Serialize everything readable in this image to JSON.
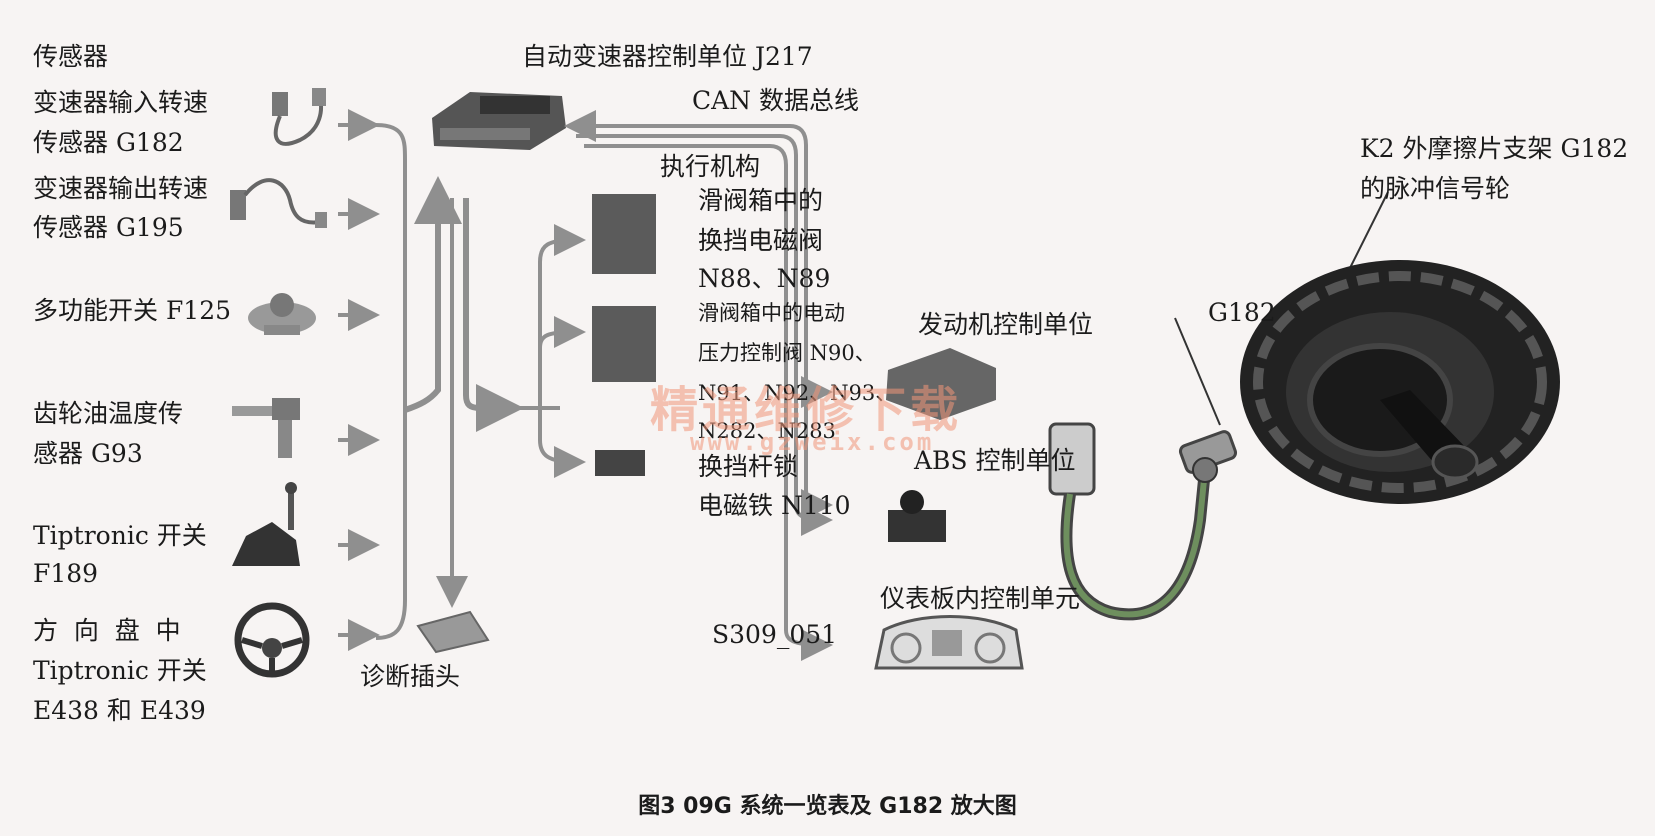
{
  "sensors": {
    "heading": "传感器",
    "input_speed": [
      "变速器输入转速",
      "传感器 G182"
    ],
    "output_speed": [
      "变速器输出转速",
      "传感器 G195"
    ],
    "multifunction": "多功能开关 F125",
    "oil_temp": [
      "齿轮油温度传",
      "感器 G93"
    ],
    "tiptronic": [
      "Tiptronic 开关",
      "F189"
    ],
    "steering": [
      "方  向  盘  中",
      "Tiptronic 开关",
      "E438 和 E439"
    ]
  },
  "controller": {
    "title": "自动变速器控制单位 J217",
    "can_bus": "CAN 数据总线"
  },
  "diagnostic": "诊断插头",
  "actuators": {
    "heading": "执行机构",
    "shift_solenoid": [
      "滑阀箱中的",
      "换挡电磁阀",
      "N88、N89"
    ],
    "pressure_valve": [
      "滑阀箱中的电动",
      "压力控制阀 N90、",
      "N91、N92、N93、",
      "N282、N283"
    ],
    "lever_lock": [
      "换挡杆锁",
      "电磁铁 N110"
    ]
  },
  "can_units": {
    "engine": "发动机控制单位",
    "abs": "ABS 控制单位",
    "dashboard": "仪表板内控制单元",
    "code": "S309_051"
  },
  "enlarged": {
    "sensor_label": "G182",
    "wheel_label": [
      "K2 外摩擦片支架 G182",
      "的脉冲信号轮"
    ]
  },
  "watermark": {
    "cn": "精通维修下载",
    "url": "www.gzweix.com"
  },
  "caption": "图3  09G 系统一览表及 G182 放大图",
  "colors": {
    "arrow": "#8f8f8f",
    "device": "#555555",
    "watermark": "#f09678"
  }
}
